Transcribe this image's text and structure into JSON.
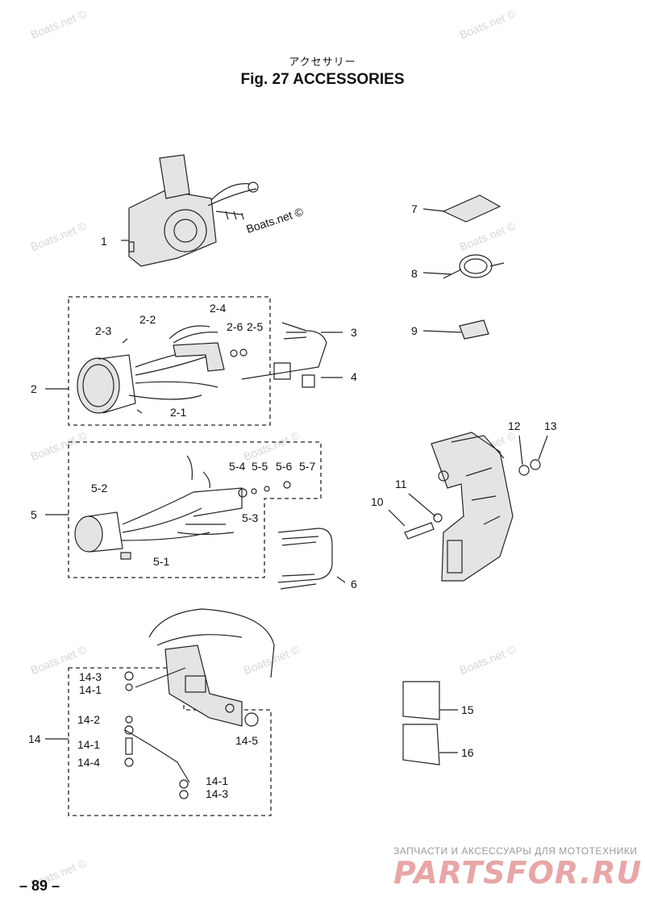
{
  "header": {
    "jp_title": "アクセサリー",
    "title": "Fig. 27    ACCESSORIES"
  },
  "watermark": "Boats.net ©",
  "callouts": {
    "c1": "1",
    "c2": "2",
    "c2_1": "2-1",
    "c2_2": "2-2",
    "c2_3": "2-3",
    "c2_4": "2-4",
    "c2_5": "2-5",
    "c2_6": "2-6",
    "c3": "3",
    "c4": "4",
    "c5": "5",
    "c5_1": "5-1",
    "c5_2": "5-2",
    "c5_3": "5-3",
    "c5_4": "5-4",
    "c5_5": "5-5",
    "c5_6": "5-6",
    "c5_7": "5-7",
    "c6": "6",
    "c7": "7",
    "c8": "8",
    "c9": "9",
    "c10": "10",
    "c11": "11",
    "c12": "12",
    "c13": "13",
    "c14": "14",
    "c14_3a": "14-3",
    "c14_1a": "14-1",
    "c14_2": "14-2",
    "c14_1b": "14-1",
    "c14_4": "14-4",
    "c14_5": "14-5",
    "c14_1c": "14-1",
    "c14_3b": "14-3",
    "c15": "15",
    "c16": "16"
  },
  "footer": {
    "page_number": "– 89 –",
    "brand_tagline": "ЗАПЧАСТИ И АКСЕССУАРЫ ДЛЯ МОТОТЕХНИКИ",
    "brand_logo": "PARTSFOR.RU"
  }
}
